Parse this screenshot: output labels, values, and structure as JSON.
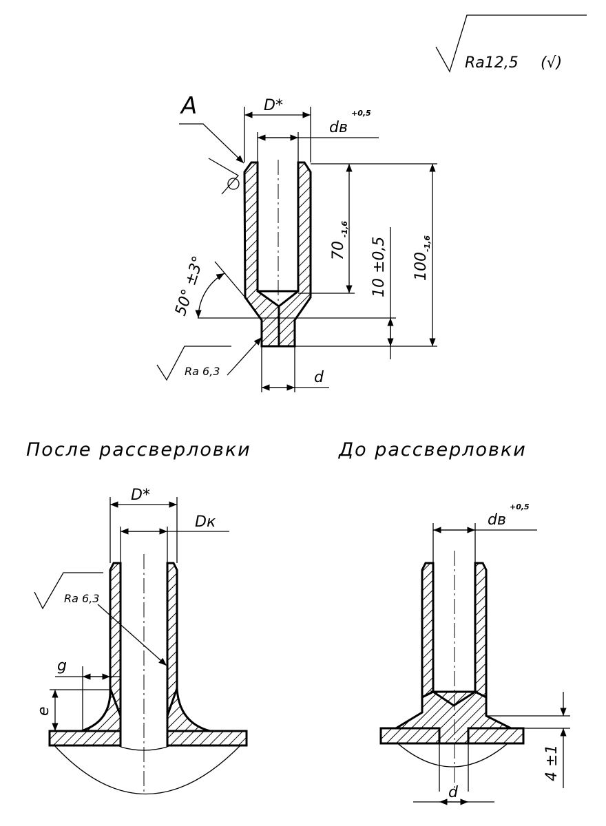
{
  "roughness_general": "Ra12,5",
  "roughness_general_suffix": "(√)",
  "top_view": {
    "view_letter": "A",
    "dim_outer": "D*",
    "dim_bore": "dв",
    "dim_bore_tol": "+0,5",
    "dim_bore_depth": "70",
    "dim_bore_depth_tol": "-1,6",
    "dim_pin_length": "10 ±0,5",
    "dim_total_length": "100",
    "dim_total_length_tol": "-1,6",
    "angle": "50° ±3°",
    "surface_roughness": "Ra 6,3",
    "dim_pin_diameter": "d"
  },
  "after_view": {
    "title": "После рассверловки",
    "dim_outer": "D*",
    "dim_inner": "Dк",
    "surface_roughness": "Ra 6,3",
    "dim_gap": "g",
    "dim_height": "e"
  },
  "before_view": {
    "title": "До рассверловки",
    "dim_bore": "dв",
    "dim_bore_tol": "+0,5",
    "dim_depth": "4 ±1",
    "dim_pin_diameter": "d"
  }
}
